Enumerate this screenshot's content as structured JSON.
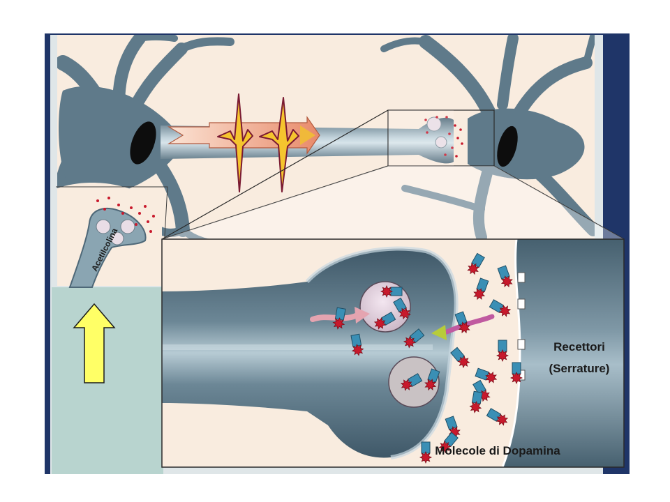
{
  "labels": {
    "acetylcholine": "Acetilcolina",
    "receptors_line1": "Recettori",
    "receptors_line2": "(Serrature)",
    "dopamine_molecules": "Molecole di Dopamina"
  },
  "colors": {
    "frame": "#1f3568",
    "background_cream": "#f9ecdf",
    "neuron_slate": "#5f7a8a",
    "neuron_light": "#a9c0cc",
    "dopamine_red": "#c8192c",
    "receptor_blue": "#3a8fb5",
    "arrow_yellow": "#ffff66",
    "panel_sage": "#b8d4cf"
  },
  "icons": {
    "impulse": "action-potential-spike-icon",
    "direction": "up-arrow-icon"
  }
}
